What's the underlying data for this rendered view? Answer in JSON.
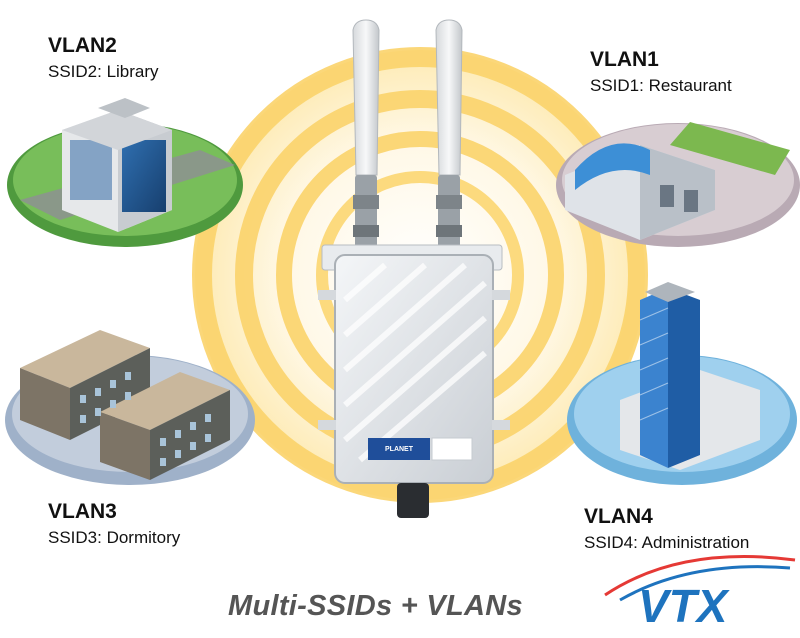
{
  "zones": [
    {
      "vlan": "VLAN2",
      "ssid": "SSID2: Library"
    },
    {
      "vlan": "VLAN1",
      "ssid": "SSID1: Restaurant"
    },
    {
      "vlan": "VLAN3",
      "ssid": "SSID3: Dormitory"
    },
    {
      "vlan": "VLAN4",
      "ssid": "SSID4: Administration"
    }
  ],
  "device": {
    "brand": "PLANET"
  },
  "caption": "Multi-SSIDs + VLANs",
  "logo": {
    "text": "VTX"
  },
  "colors": {
    "ring": "#fbd36a",
    "glow": "#fdf0c8",
    "library_ground": "#4f9a3e",
    "restaurant_ground": "#b9aab4",
    "dormitory_ground": "#9fb1c9",
    "admin_ground": "#6fb2dc",
    "logo_blue": "#1e73be",
    "logo_red": "#e53935"
  }
}
